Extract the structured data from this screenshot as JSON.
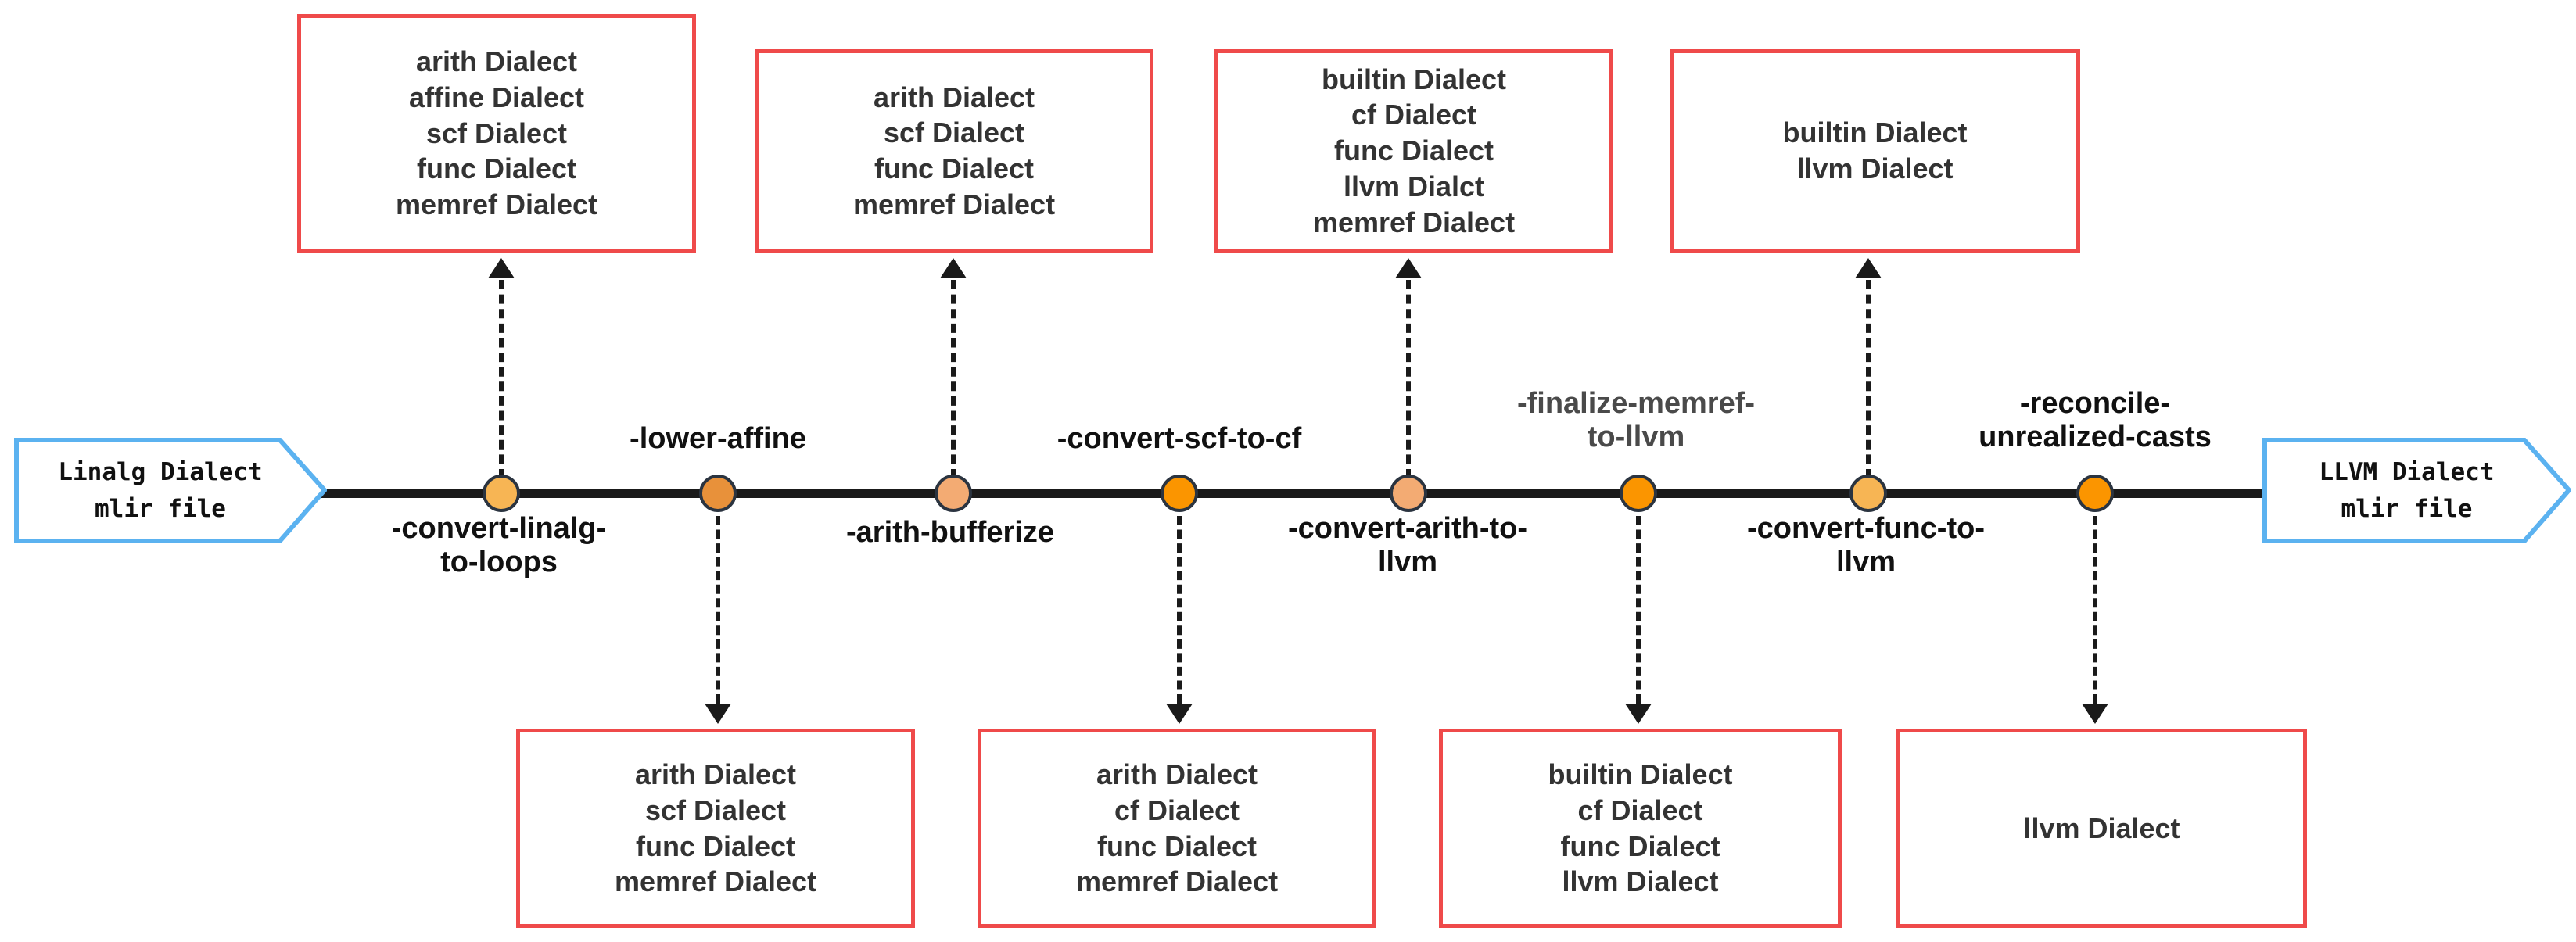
{
  "diagram": {
    "title": "MLIR Linalg to LLVM lowering pipeline",
    "colors": {
      "box_border_red": "#ef4a4a",
      "endpoint_border_blue": "#5bb2f0",
      "axis_black": "#1a1a1a",
      "node_outline": "#2b3440",
      "text_dark": "#333333"
    }
  },
  "start": {
    "lines": [
      "Linalg Dialect",
      "mlir file"
    ]
  },
  "end": {
    "lines": [
      "LLVM Dialect",
      "mlir file"
    ]
  },
  "passes": [
    {
      "id": "convert-linalg-to-loops",
      "lines": [
        "-convert-linalg-",
        "to-loops"
      ],
      "position": "below",
      "node_color": "#f7b554"
    },
    {
      "id": "lower-affine",
      "lines": [
        "-lower-affine"
      ],
      "position": "above",
      "node_color": "#e8913a"
    },
    {
      "id": "arith-bufferize",
      "lines": [
        "-arith-bufferize"
      ],
      "position": "below",
      "node_color": "#f3ab73"
    },
    {
      "id": "convert-scf-to-cf",
      "lines": [
        "-convert-scf-to-cf"
      ],
      "position": "above",
      "node_color": "#fb9500"
    },
    {
      "id": "convert-arith-to-llvm",
      "lines": [
        "-convert-arith-to-",
        "llvm"
      ],
      "position": "below",
      "node_color": "#f3ab73"
    },
    {
      "id": "finalize-memref-to-llvm",
      "lines": [
        "-finalize-memref-",
        "to-llvm"
      ],
      "position": "above",
      "node_color": "#fb9500",
      "muted": true
    },
    {
      "id": "convert-func-to-llvm",
      "lines": [
        "-convert-func-to-",
        "llvm"
      ],
      "position": "below",
      "node_color": "#f7b554"
    },
    {
      "id": "reconcile-unrealized-casts",
      "lines": [
        "-reconcile-",
        "unrealized-casts"
      ],
      "position": "above",
      "node_color": "#fb9500"
    }
  ],
  "top_boxes": [
    {
      "id": "top-box-1",
      "lines": [
        "arith Dialect",
        "affine Dialect",
        "scf Dialect",
        "func Dialect",
        "memref Dialect"
      ]
    },
    {
      "id": "top-box-2",
      "lines": [
        "arith Dialect",
        "scf Dialect",
        "func Dialect",
        "memref Dialect"
      ]
    },
    {
      "id": "top-box-3",
      "lines": [
        "builtin Dialect",
        "cf Dialect",
        "func Dialect",
        "llvm Dialct",
        "memref Dialect"
      ]
    },
    {
      "id": "top-box-4",
      "lines": [
        "builtin Dialect",
        "llvm Dialect"
      ]
    }
  ],
  "bottom_boxes": [
    {
      "id": "bottom-box-1",
      "lines": [
        "arith Dialect",
        "scf Dialect",
        "func Dialect",
        "memref Dialect"
      ]
    },
    {
      "id": "bottom-box-2",
      "lines": [
        "arith Dialect",
        "cf Dialect",
        "func Dialect",
        "memref Dialect"
      ]
    },
    {
      "id": "bottom-box-3",
      "lines": [
        "builtin Dialect",
        "cf Dialect",
        "func Dialect",
        "llvm Dialect"
      ]
    },
    {
      "id": "bottom-box-4",
      "lines": [
        "llvm Dialect"
      ]
    }
  ]
}
